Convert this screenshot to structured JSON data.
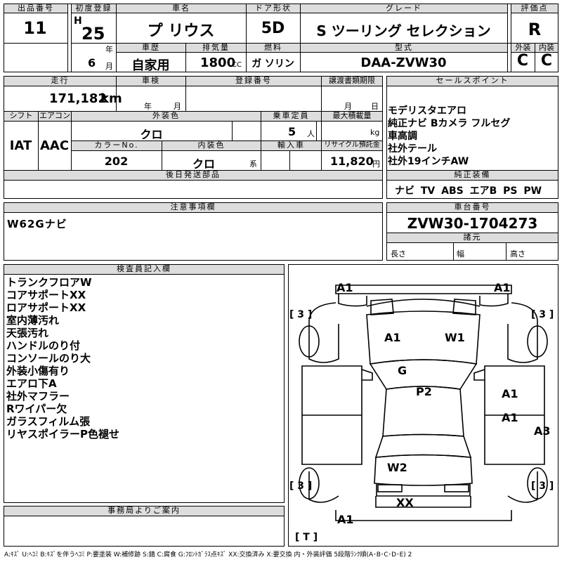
{
  "headers": {
    "lot_no": "出品番号",
    "first_reg": "初度登録",
    "car_name": "車名",
    "door": "ドア形状",
    "grade": "グレード",
    "score": "評価点",
    "history": "車歴",
    "displacement": "排気量",
    "fuel": "燃料",
    "model_code": "型式",
    "ext_grade": "外装",
    "int_grade": "内装",
    "mileage": "走行",
    "inspection": "車検",
    "registration": "登録番号",
    "transfer": "譲渡書類期限",
    "sales_point": "セールスポイント",
    "shift": "シフト",
    "aircon": "エアコン",
    "ext_color": "外装色",
    "capacity": "乗車定員",
    "max_load": "最大積載量",
    "color_no": "カラーNo.",
    "int_color": "内装色",
    "import": "輸入車",
    "recycle": "リサイクル預託金",
    "later_parts": "後日発送部品",
    "std_equipment": "純正装備",
    "notes": "注意事項欄",
    "chassis_no": "車台番号",
    "dimensions": "諸元",
    "inspector": "検査員記入欄",
    "office": "事務局よりご案内"
  },
  "vehicle": {
    "lot_no": "11",
    "era": "H",
    "year_num": "25",
    "year_unit": "年",
    "month_num": "6",
    "month_unit": "月",
    "name": "プ リウス",
    "door": "5D",
    "grade": "S ツーリング セレクション",
    "score": "R",
    "history": "自家用",
    "displacement": "1800",
    "displacement_unit": "CC",
    "fuel": "ガ ソリン",
    "model_code": "DAA-ZVW30",
    "ext_grade": "C",
    "int_grade": "C",
    "mileage": "171,182",
    "mileage_unit": "km",
    "inspection_year_unit": "年",
    "inspection_month_unit": "月",
    "transfer_month_unit": "月",
    "transfer_day_unit": "日",
    "shift": "IAT",
    "aircon": "AAC",
    "ext_color": "クロ",
    "capacity": "5",
    "capacity_unit": "人",
    "max_load_unit": "kg",
    "color_no": "202",
    "int_color": "クロ",
    "int_color_unit": "系",
    "recycle": "11,820",
    "recycle_unit": "円",
    "chassis_no": "ZVW30-1704273",
    "length_label": "長さ",
    "width_label": "幅",
    "height_label": "高さ"
  },
  "sales_points": [
    "モデリスタエアロ",
    "純正ナビ Bカメラ フルセグ",
    "車高調",
    "社外テール",
    "社外19インチAW"
  ],
  "std_equipment": "ナビ TV ABS エアB PS PW",
  "notes": "W62Gナビ",
  "inspector_notes": [
    "トランクフロアW",
    "コアサポートXX",
    "ロアサポートXX",
    "室内薄汚れ",
    "天張汚れ",
    "ハンドルのり付",
    "コンソールのり大",
    "外装小傷有り",
    "エアロ下A",
    "社外マフラー",
    "Rワイパー欠",
    "ガラスフィルム張",
    "リヤスポイラーP色褪せ"
  ],
  "damage_marks": {
    "front_left": "A1",
    "front_right": "A1",
    "hood_left": "A1",
    "hood_right": "W1",
    "roof_front": "G",
    "roof": "P2",
    "right_door_front": "A1",
    "right_door_rear": "A1",
    "right_rear": "A3",
    "trunk": "W2",
    "rear_lamp": "XX",
    "rear_bumper": "A1",
    "tire_fl": "[ 3 ]",
    "tire_fr": "[ 3 ]",
    "tire_rl": "[ 3 ]",
    "tire_rr": "[ 3 ]",
    "tire_spare": "[ T ]"
  },
  "legend": "A:ｷｽﾞ U:ﾍｺﾐ B:ｷｽﾞを伴うﾍｺﾐ P:要塗装 W:補修跡 S:錆 C:腐食 G:ﾌﾛﾝﾄｶﾞﾗｽ点ｷｽﾞ XX:交換済み X:要交換 内・外装評価 5段階ﾗﾝｸ順(A･B･C･D･E) 2"
}
